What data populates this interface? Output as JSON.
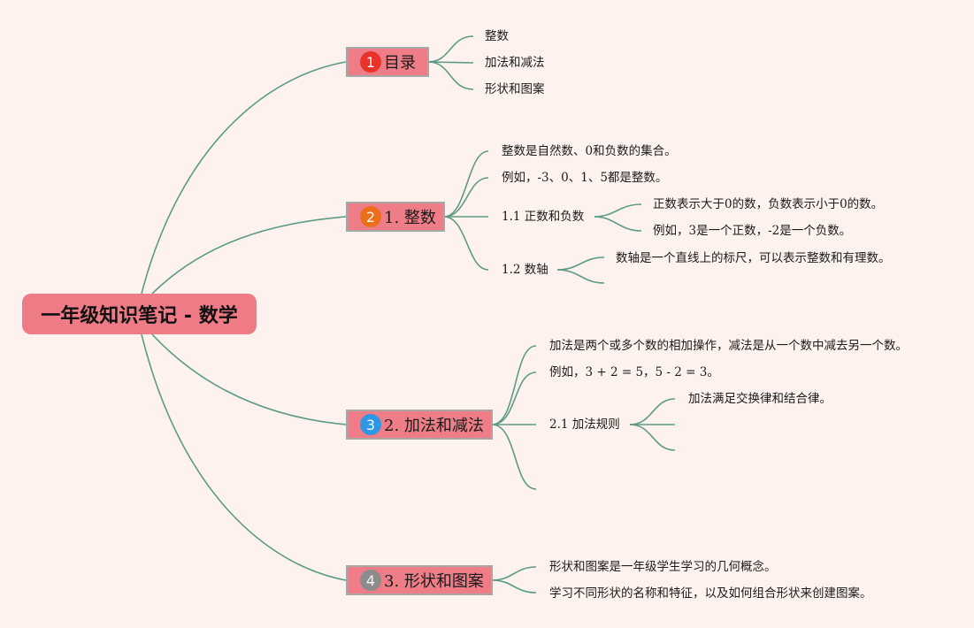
{
  "root": {
    "title": "一年级知识笔记 - 数学"
  },
  "colors": {
    "background": "#fdf2ee",
    "root_fill": "#ee7b86",
    "topic_fill": "#ef7d87",
    "topic_border": "#a7a7a7",
    "connector": "#5e9a85",
    "badge_1": "#e8322a",
    "badge_2": "#ec6f1c",
    "badge_3": "#2f97e3",
    "badge_4": "#8c8c8c"
  },
  "topic_toc": {
    "badge": "1",
    "label": "目录",
    "items": [
      "整数",
      "加法和减法",
      "形状和图案"
    ]
  },
  "topic_integers": {
    "badge": "2",
    "label": "1. 整数",
    "items": [
      "整数是自然数、0和负数的集合。",
      "例如，-3、0、1、5都是整数。"
    ],
    "sub1": {
      "label": "1.1 正数和负数",
      "items": [
        "正数表示大于0的数，负数表示小于0的数。",
        "例如，3是一个正数，-2是一个负数。"
      ]
    },
    "sub2": {
      "label": "1.2 数轴",
      "items": [
        "数轴是一个直线上的标尺，可以表示整数和有理数。"
      ]
    }
  },
  "topic_addsub": {
    "badge": "3",
    "label": "2. 加法和减法",
    "items": [
      "加法是两个或多个数的相加操作，减法是从一个数中减去另一个数。",
      "例如，3 + 2 = 5，5 - 2 = 3。"
    ],
    "sub1": {
      "label": "2.1 加法规则",
      "items": [
        "加法满足交换律和结合律。"
      ]
    }
  },
  "topic_shapes": {
    "badge": "4",
    "label": "3. 形状和图案",
    "items": [
      "形状和图案是一年级学生学习的几何概念。",
      "学习不同形状的名称和特征，以及如何组合形状来创建图案。"
    ]
  }
}
